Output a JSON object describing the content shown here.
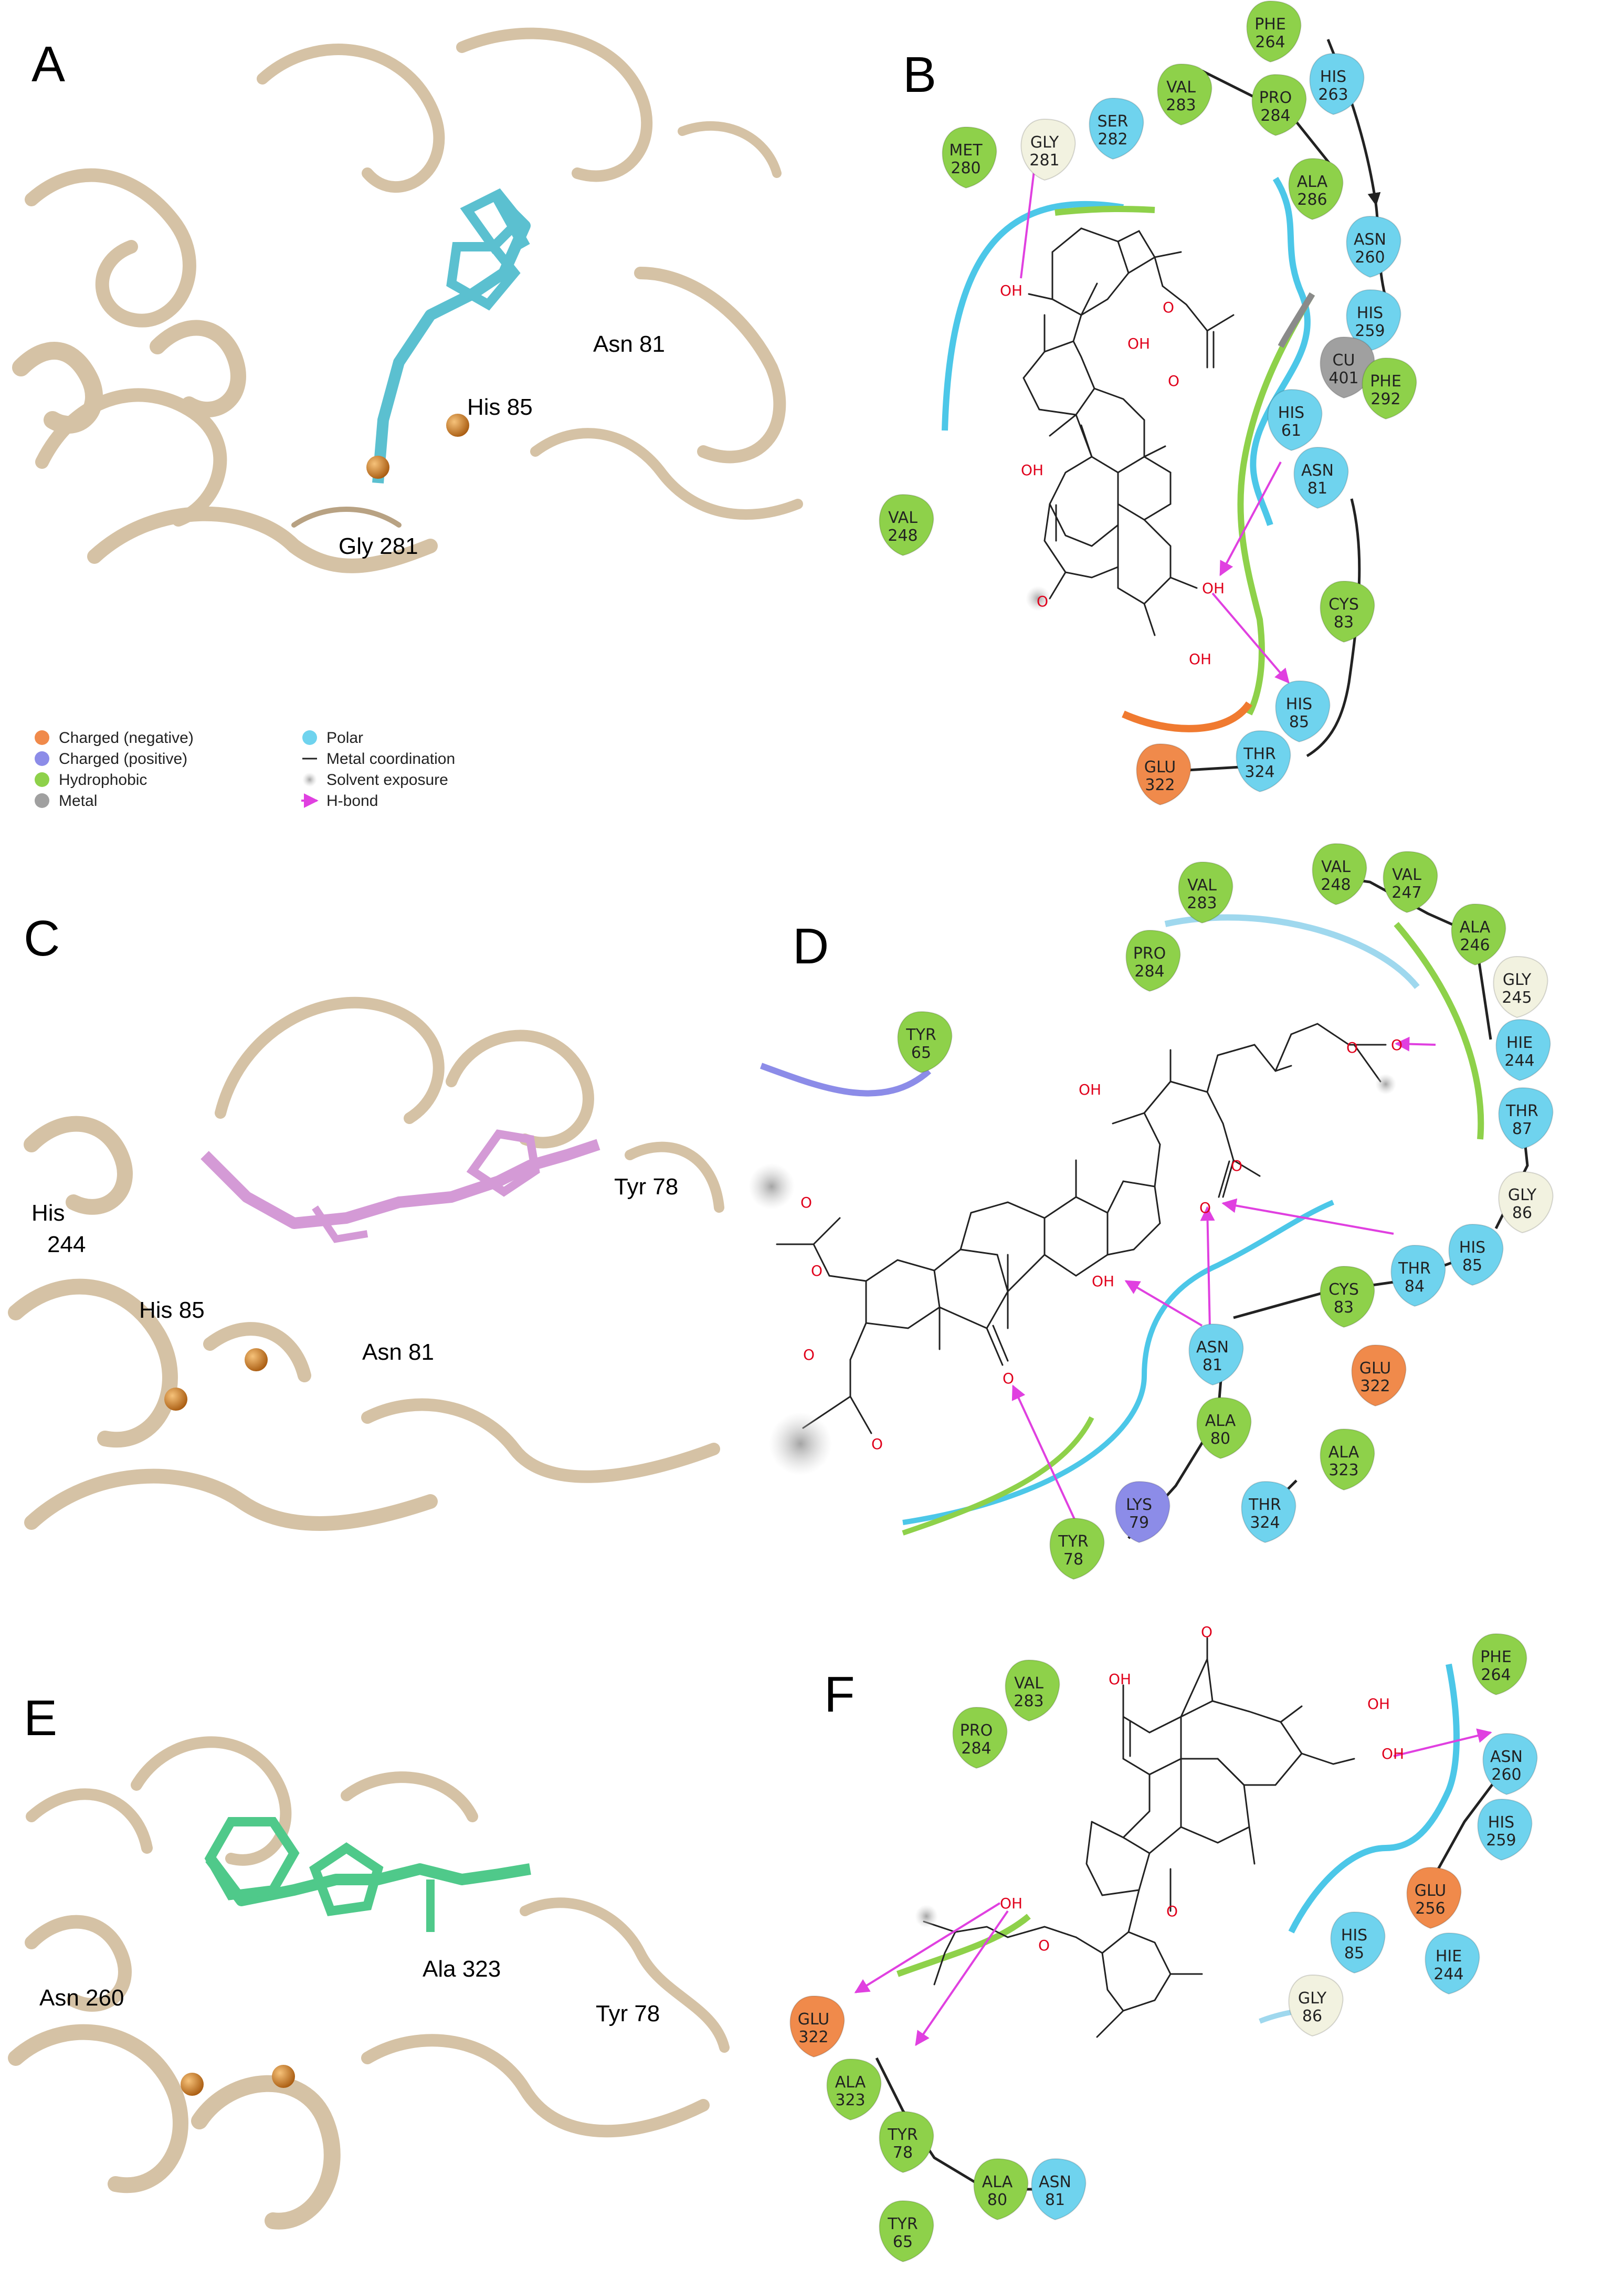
{
  "panels": {
    "A": {
      "letter": "A",
      "labels": [
        "Asn 81",
        "His 85",
        "Gly 281"
      ],
      "ligand_color": "#5bc0d0"
    },
    "B": {
      "letter": "B",
      "residues": [
        {
          "name": "PHE",
          "num": "264",
          "type": "hydrophobic"
        },
        {
          "name": "HIS",
          "num": "263",
          "type": "polar"
        },
        {
          "name": "VAL",
          "num": "283",
          "type": "hydrophobic"
        },
        {
          "name": "PRO",
          "num": "284",
          "type": "hydrophobic"
        },
        {
          "name": "SER",
          "num": "282",
          "type": "polar"
        },
        {
          "name": "GLY",
          "num": "281",
          "type": "glycine"
        },
        {
          "name": "MET",
          "num": "280",
          "type": "hydrophobic"
        },
        {
          "name": "ALA",
          "num": "286",
          "type": "hydrophobic"
        },
        {
          "name": "ASN",
          "num": "260",
          "type": "polar"
        },
        {
          "name": "HIS",
          "num": "259",
          "type": "polar"
        },
        {
          "name": "CU",
          "num": "401",
          "type": "metal"
        },
        {
          "name": "PHE",
          "num": "292",
          "type": "hydrophobic"
        },
        {
          "name": "HIS",
          "num": "61",
          "type": "polar"
        },
        {
          "name": "ASN",
          "num": "81",
          "type": "polar"
        },
        {
          "name": "VAL",
          "num": "248",
          "type": "hydrophobic"
        },
        {
          "name": "CYS",
          "num": "83",
          "type": "hydrophobic"
        },
        {
          "name": "HIS",
          "num": "85",
          "type": "polar"
        },
        {
          "name": "GLU",
          "num": "322",
          "type": "negative"
        },
        {
          "name": "THR",
          "num": "324",
          "type": "polar"
        }
      ]
    },
    "C": {
      "letter": "C",
      "labels": [
        "His 244",
        "Tyr 78",
        "His 85",
        "Asn 81"
      ],
      "ligand_color": "#d49ad6"
    },
    "D": {
      "letter": "D",
      "residues": [
        {
          "name": "VAL",
          "num": "248",
          "type": "hydrophobic"
        },
        {
          "name": "VAL",
          "num": "247",
          "type": "hydrophobic"
        },
        {
          "name": "ALA",
          "num": "246",
          "type": "hydrophobic"
        },
        {
          "name": "GLY",
          "num": "245",
          "type": "glycine"
        },
        {
          "name": "HIE",
          "num": "244",
          "type": "polar"
        },
        {
          "name": "VAL",
          "num": "283",
          "type": "hydrophobic"
        },
        {
          "name": "PRO",
          "num": "284",
          "type": "hydrophobic"
        },
        {
          "name": "TYR",
          "num": "65",
          "type": "hydrophobic"
        },
        {
          "name": "THR",
          "num": "87",
          "type": "polar"
        },
        {
          "name": "GLY",
          "num": "86",
          "type": "glycine"
        },
        {
          "name": "HIS",
          "num": "85",
          "type": "polar"
        },
        {
          "name": "THR",
          "num": "84",
          "type": "polar"
        },
        {
          "name": "CYS",
          "num": "83",
          "type": "hydrophobic"
        },
        {
          "name": "ASN",
          "num": "81",
          "type": "polar"
        },
        {
          "name": "GLU",
          "num": "322",
          "type": "negative"
        },
        {
          "name": "ALA",
          "num": "323",
          "type": "hydrophobic"
        },
        {
          "name": "ALA",
          "num": "80",
          "type": "hydrophobic"
        },
        {
          "name": "THR",
          "num": "324",
          "type": "polar"
        },
        {
          "name": "LYS",
          "num": "79",
          "type": "positive"
        },
        {
          "name": "TYR",
          "num": "78",
          "type": "hydrophobic"
        }
      ]
    },
    "E": {
      "letter": "E",
      "labels": [
        "Asn 260",
        "Ala 323",
        "Tyr 78"
      ],
      "ligand_color": "#4fc98a"
    },
    "F": {
      "letter": "F",
      "residues": [
        {
          "name": "PHE",
          "num": "264",
          "type": "hydrophobic"
        },
        {
          "name": "VAL",
          "num": "283",
          "type": "hydrophobic"
        },
        {
          "name": "PRO",
          "num": "284",
          "type": "hydrophobic"
        },
        {
          "name": "ASN",
          "num": "260",
          "type": "polar"
        },
        {
          "name": "HIS",
          "num": "259",
          "type": "polar"
        },
        {
          "name": "GLU",
          "num": "256",
          "type": "negative"
        },
        {
          "name": "HIS",
          "num": "85",
          "type": "polar"
        },
        {
          "name": "HIE",
          "num": "244",
          "type": "polar"
        },
        {
          "name": "GLY",
          "num": "86",
          "type": "glycine"
        },
        {
          "name": "GLU",
          "num": "322",
          "type": "negative"
        },
        {
          "name": "ALA",
          "num": "323",
          "type": "hydrophobic"
        },
        {
          "name": "TYR",
          "num": "78",
          "type": "hydrophobic"
        },
        {
          "name": "ALA",
          "num": "80",
          "type": "hydrophobic"
        },
        {
          "name": "ASN",
          "num": "81",
          "type": "polar"
        },
        {
          "name": "TYR",
          "num": "65",
          "type": "hydrophobic"
        }
      ]
    }
  },
  "atoms": {
    "oh": "OH",
    "o": "O"
  },
  "legend": {
    "items": [
      {
        "label": "Charged (negative)",
        "symbol": "dot",
        "color": "#f08a4b"
      },
      {
        "label": "Charged (positive)",
        "symbol": "dot",
        "color": "#8c8ce8"
      },
      {
        "label": "Hydrophobic",
        "symbol": "dot",
        "color": "#8ed14a"
      },
      {
        "label": "Metal",
        "symbol": "dot",
        "color": "#a0a0a0"
      },
      {
        "label": "Polar",
        "symbol": "dot",
        "color": "#6fd3ee"
      },
      {
        "label": "Metal coordination",
        "symbol": "line",
        "color": "#222222"
      },
      {
        "label": "Solvent exposure",
        "symbol": "halo",
        "color": "#bbbbbb"
      },
      {
        "label": "H-bond",
        "symbol": "arrow",
        "color": "#e040e0"
      }
    ]
  },
  "colors": {
    "hydrophobic": "#8ed14a",
    "polar": "#6fd3ee",
    "negative": "#f08a4b",
    "positive": "#8c8ce8",
    "metal": "#a0a0a0",
    "glycine": "#f2f2e0",
    "hbond": "#e040e0",
    "ribbon": "#d5c2a5",
    "copper": "#d4852b"
  }
}
